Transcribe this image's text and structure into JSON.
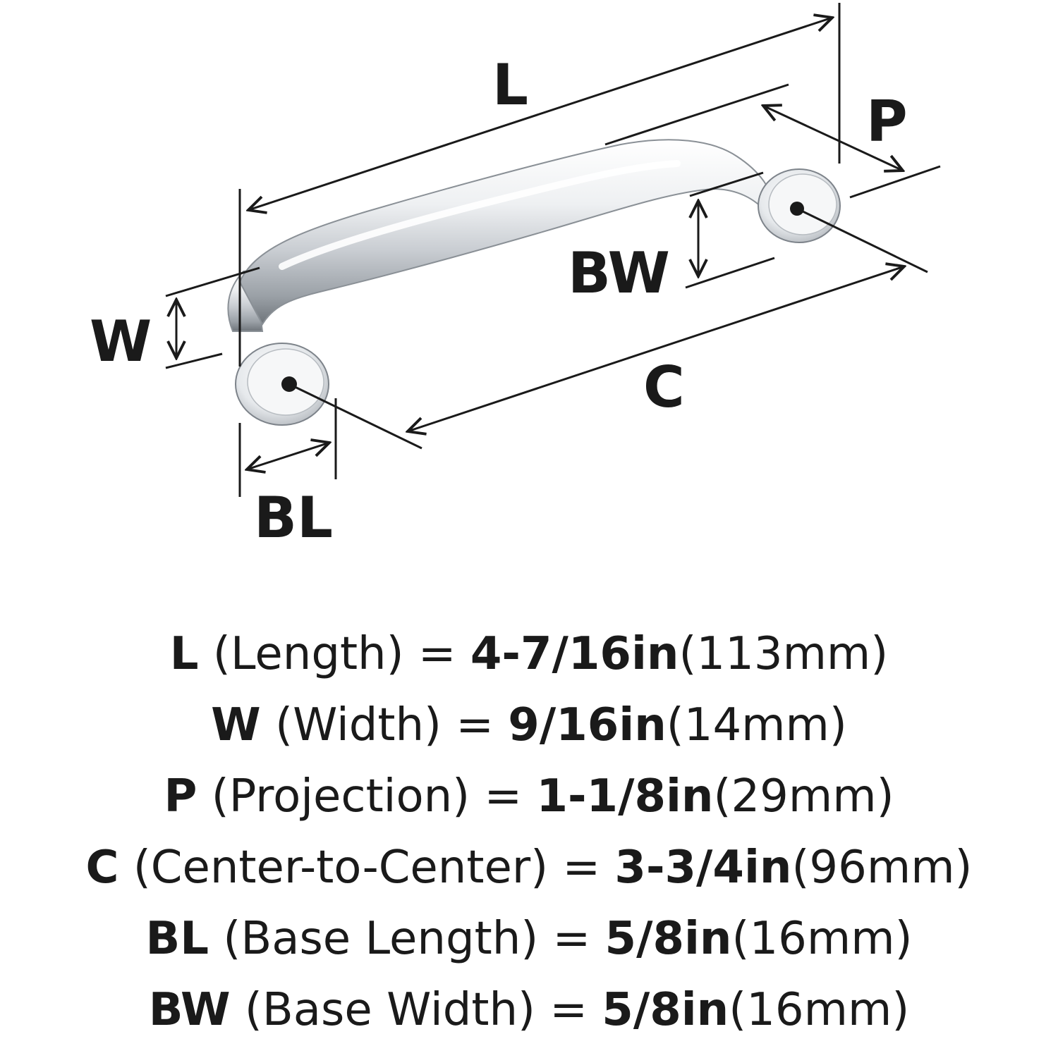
{
  "diagram": {
    "labels": {
      "L": "L",
      "P": "P",
      "W": "W",
      "BW": "BW",
      "C": "C",
      "BL": "BL"
    }
  },
  "specs": [
    {
      "key": "L",
      "desc": "(Length)",
      "value": "4-7/16in",
      "metric": "(113mm)"
    },
    {
      "key": "W",
      "desc": "(Width)",
      "value": "9/16in",
      "metric": "(14mm)"
    },
    {
      "key": "P",
      "desc": "(Projection)",
      "value": "1-1/8in",
      "metric": "(29mm)"
    },
    {
      "key": "C",
      "desc": "(Center-to-Center)",
      "value": "3-3/4in",
      "metric": "(96mm)"
    },
    {
      "key": "BL",
      "desc": "(Base Length)",
      "value": "5/8in",
      "metric": "(16mm)"
    },
    {
      "key": "BW",
      "desc": "(Base Width)",
      "value": "5/8in",
      "metric": "(16mm)"
    }
  ]
}
